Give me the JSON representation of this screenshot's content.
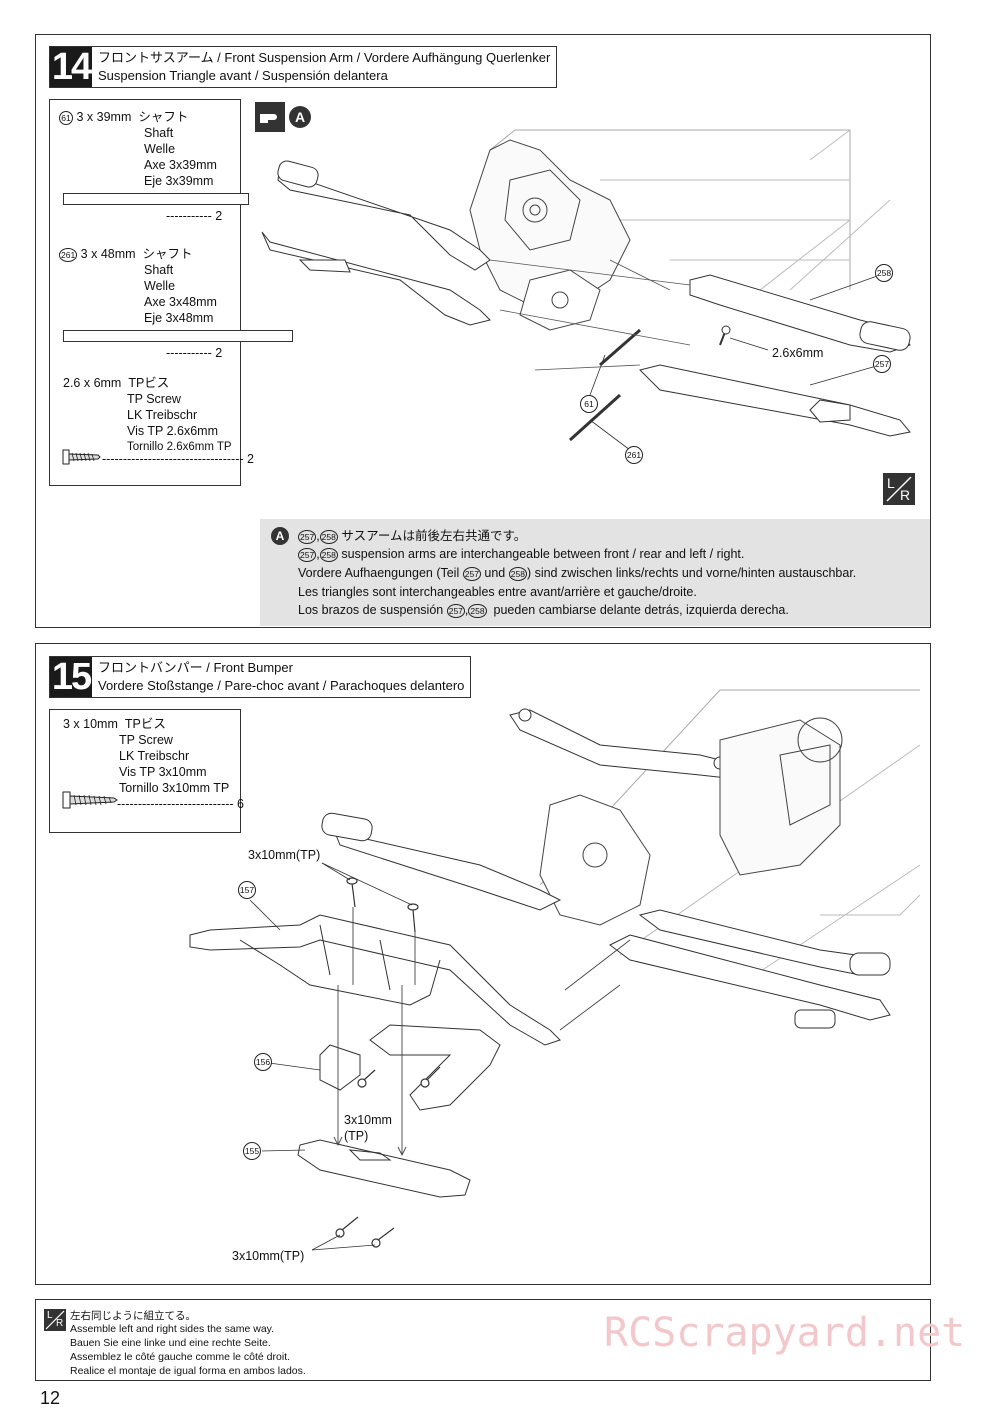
{
  "step14": {
    "number": "14",
    "title_line1": "フロントサスアーム / Front Suspension Arm / Vordere Aufhängung Querlenker",
    "title_line2": "Suspension Triangle avant / Suspensión delantera",
    "parts": {
      "shaft39": {
        "ref": "61",
        "size": "3 x 39mm",
        "names": [
          "シャフト",
          "Shaft",
          "Welle",
          "Axe 3x39mm",
          "Eje 3x39mm"
        ],
        "qty": "2"
      },
      "shaft48": {
        "ref": "261",
        "size": "3 x 48mm",
        "names": [
          "シャフト",
          "Shaft",
          "Welle",
          "Axe 3x48mm",
          "Eje 3x48mm"
        ],
        "qty": "2"
      },
      "screw": {
        "size": "2.6 x 6mm",
        "names": [
          "TPビス",
          "TP Screw",
          "LK Treibschr",
          "Vis TP 2.6x6mm",
          "Tornillo 2.6x6mm TP"
        ],
        "qty": "2"
      }
    },
    "callouts": {
      "arm_upper": "258",
      "arm_lower": "257",
      "shaft_a": "61",
      "shaft_b": "261",
      "screw_label": "2.6x6mm"
    },
    "note_badge": "A",
    "note": {
      "line1_suffix": "サスアームは前後左右共通です。",
      "line2_suffix": "suspension arms are interchangeable between front / rear and left / right.",
      "line3_prefix": "Vordere Aufhaengungen (Teil",
      "line3_mid": "und",
      "line3_suffix": ") sind zwischen links/rechts und vorne/hinten austauschbar.",
      "line4": "Les triangles sont interchangeables entre avant/arrière et gauche/droite.",
      "line5_prefix": "Los brazos de suspensión",
      "line5_suffix": "pueden cambiarse delante detrás, izquierda derecha.",
      "ref_a": "257",
      "ref_b": "258"
    },
    "lr_mark": {
      "top": "L",
      "bottom": "R"
    }
  },
  "step15": {
    "number": "15",
    "title_line1": "フロントバンパー / Front Bumper",
    "title_line2": "Vordere Stoßstange / Pare-choc avant / Parachoques delantero",
    "parts": {
      "screw": {
        "size": "3 x 10mm",
        "names": [
          "TPビス",
          "TP Screw",
          "LK Treibschr",
          "Vis TP 3x10mm",
          "Tornillo 3x10mm TP"
        ],
        "qty": "6"
      }
    },
    "callouts": {
      "screw_top": "3x10mm(TP)",
      "screw_mid_1": "3x10mm",
      "screw_mid_2": "(TP)",
      "screw_bottom": "3x10mm(TP)",
      "bumper": "157",
      "mount": "156",
      "skid": "155"
    }
  },
  "footer": {
    "lines": [
      "左右同じように組立てる。",
      "Assemble left and right sides the same way.",
      "Bauen Sie eine linke und eine rechte Seite.",
      "Assemblez le côté gauche comme le côté droit.",
      "Realice el montaje de igual forma en ambos lados."
    ]
  },
  "page_number": "12",
  "watermark": "RCScrapyard.net"
}
